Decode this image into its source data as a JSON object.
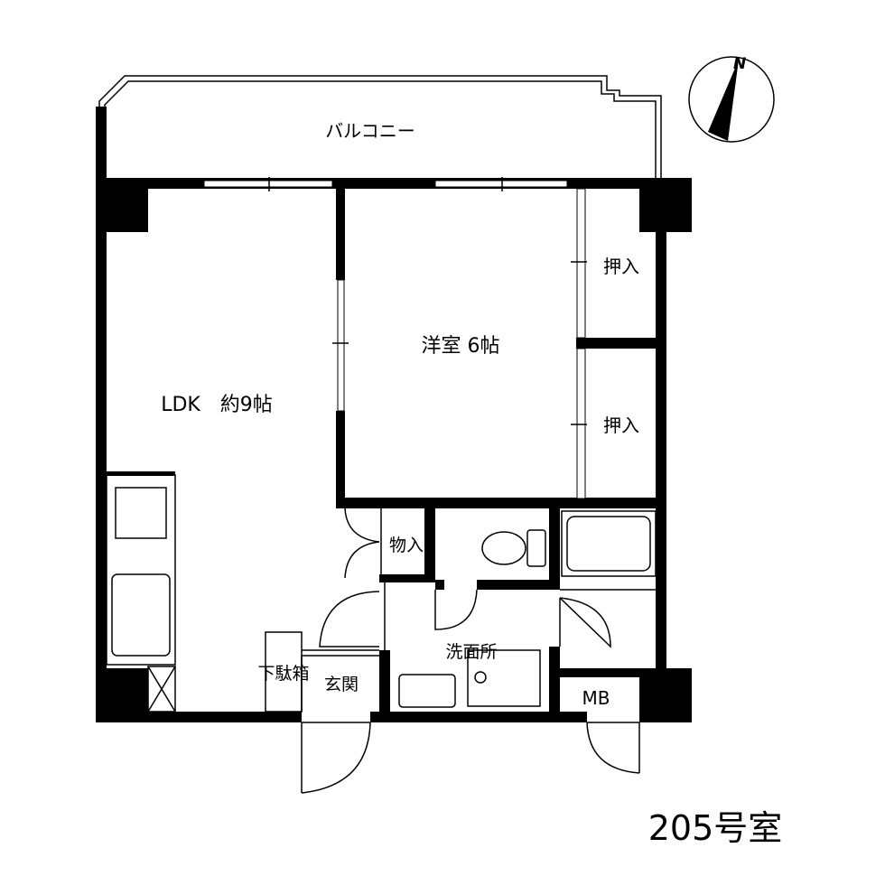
{
  "labels": {
    "balcony": "バルコニー",
    "ldk": "LDK　約9帖",
    "western_room": "洋室 6帖",
    "closet_upper": "押入",
    "closet_lower": "押入",
    "storage": "物入",
    "washroom": "洗面所",
    "shoe_cabinet": "下駄箱",
    "entrance": "玄関",
    "meter_box": "MB",
    "room_number": "205号室"
  },
  "compass": {
    "letter": "N"
  }
}
